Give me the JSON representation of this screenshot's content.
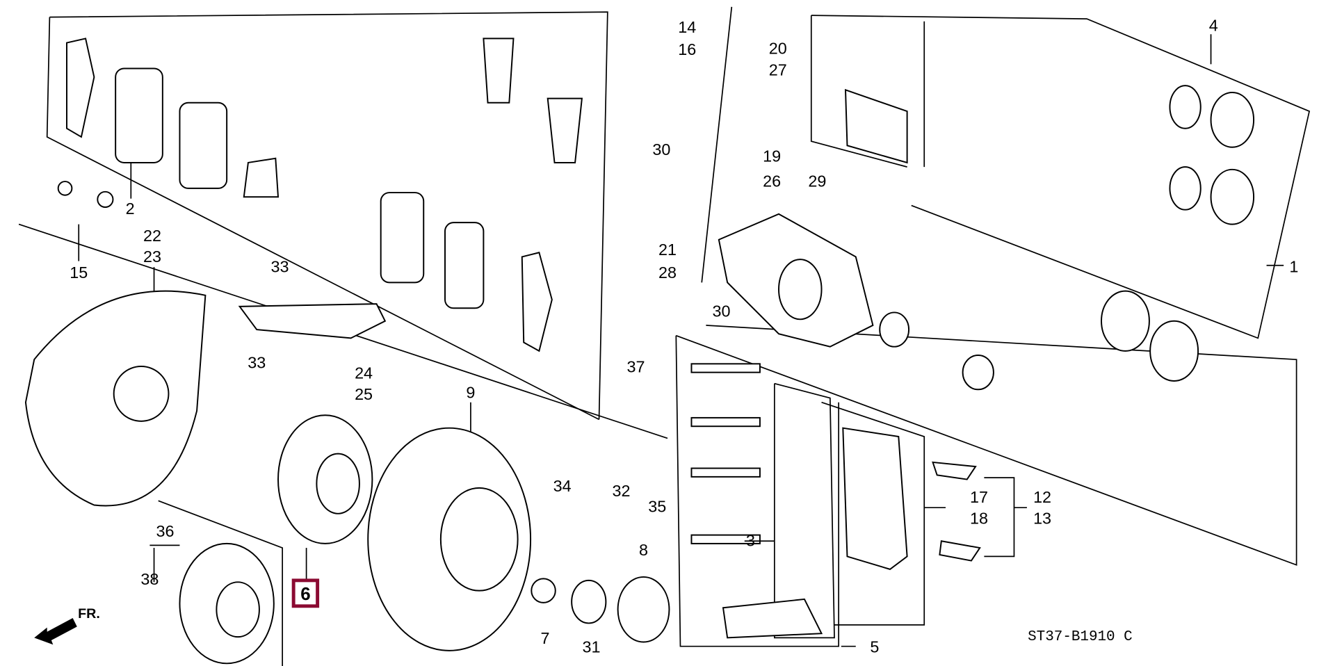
{
  "diagram": {
    "part_labels": {
      "l1": "1",
      "l2": "2",
      "l3": "3",
      "l4": "4",
      "l5": "5",
      "l6": "6",
      "l7": "7",
      "l8": "8",
      "l9": "9",
      "l12": "12",
      "l13": "13",
      "l14": "14",
      "l15": "15",
      "l16": "16",
      "l17": "17",
      "l18": "18",
      "l19": "19",
      "l20": "20",
      "l21": "21",
      "l22": "22",
      "l23": "23",
      "l24": "24",
      "l25": "25",
      "l26": "26",
      "l27": "27",
      "l28": "28",
      "l29": "29",
      "l30a": "30",
      "l30b": "30",
      "l31": "31",
      "l32": "32",
      "l33a": "33",
      "l33b": "33",
      "l34": "34",
      "l35": "35",
      "l36": "36",
      "l37": "37",
      "l38": "38"
    },
    "highlighted_part": "6",
    "highlight_color": "#8b0a32",
    "direction_label": "FR.",
    "diagram_code": "ST37-B1910 C"
  }
}
